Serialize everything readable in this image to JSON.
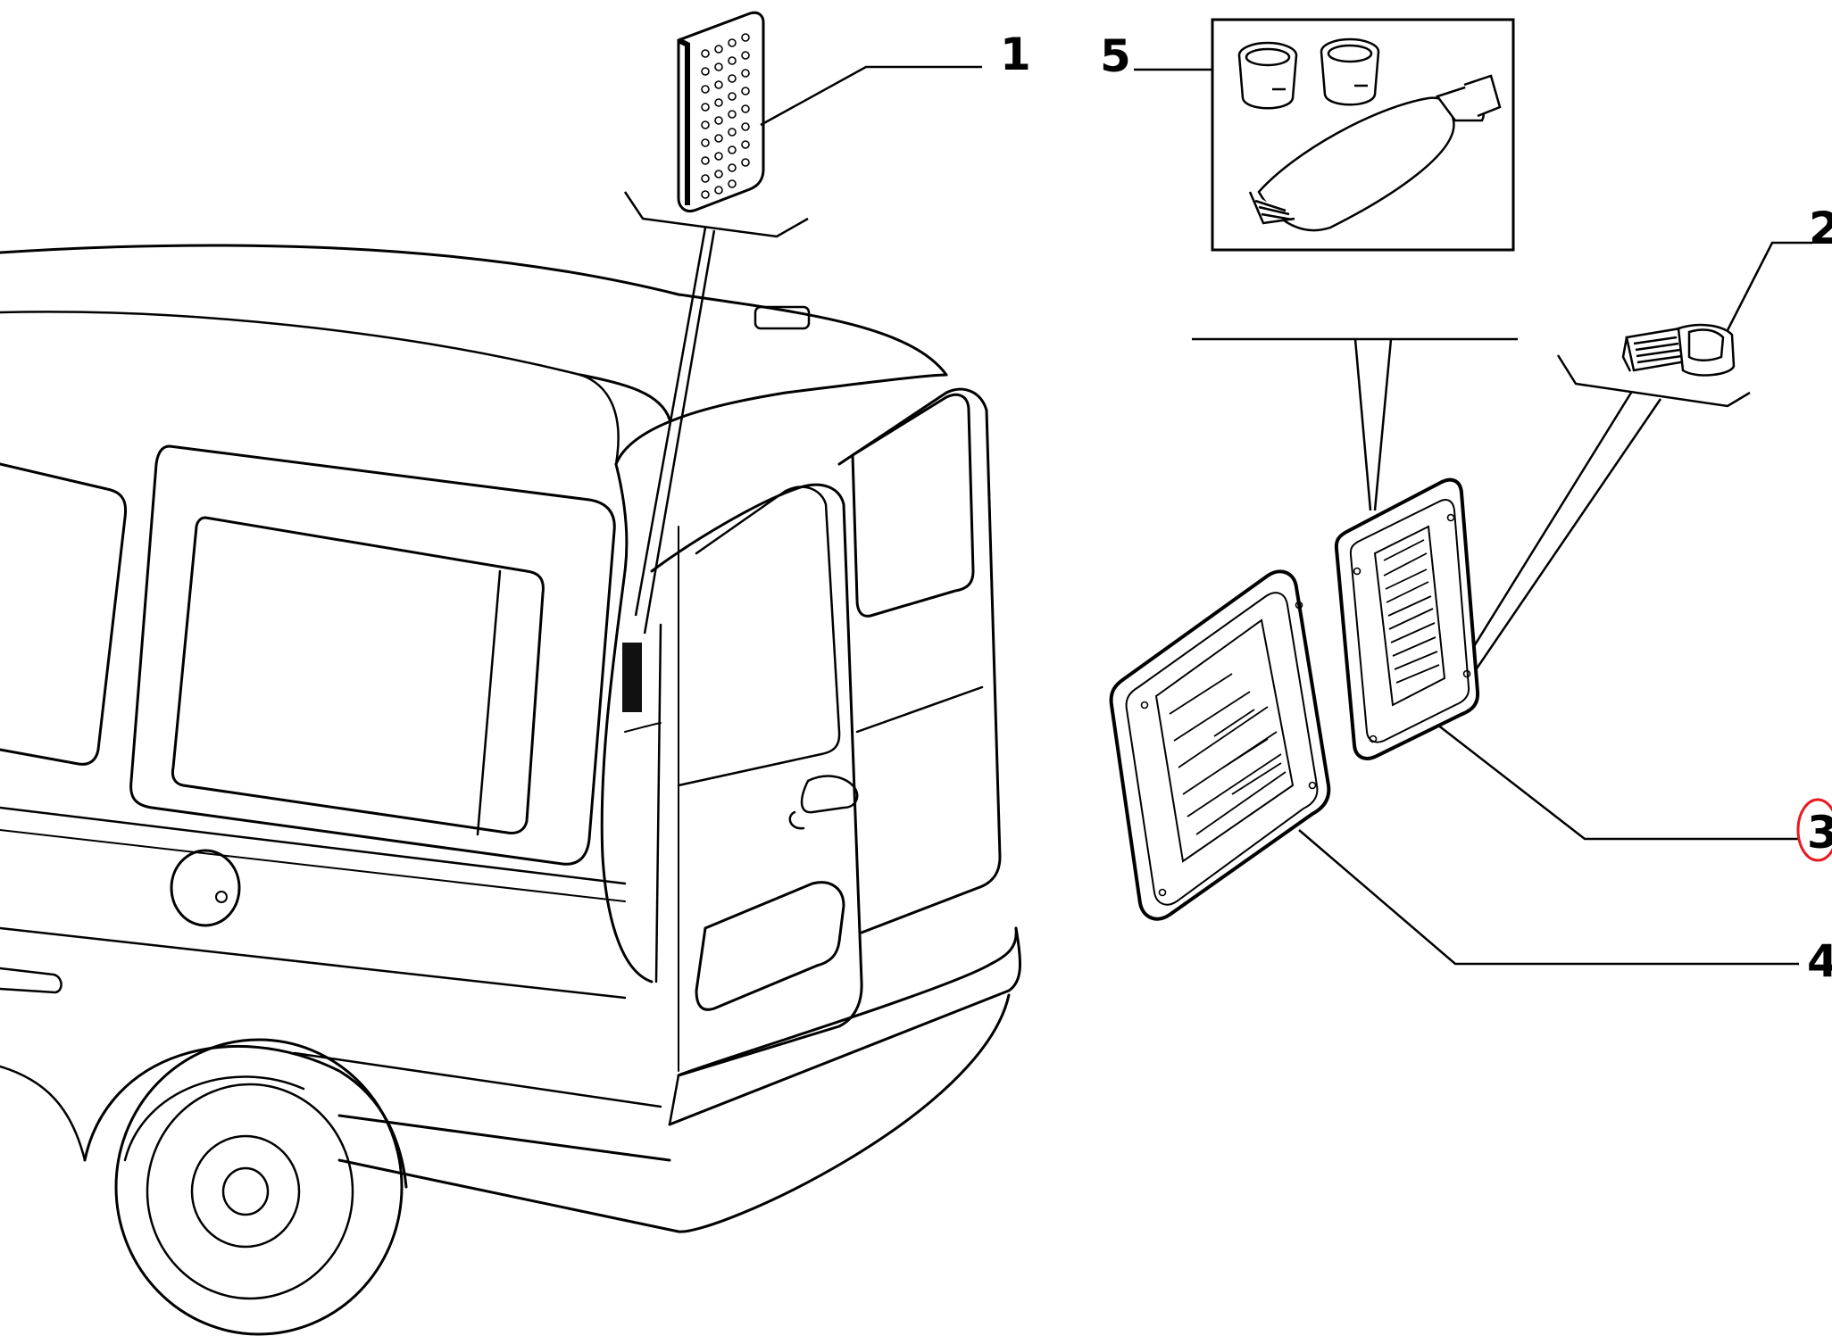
{
  "diagram": {
    "callouts": [
      {
        "id": "1",
        "label": "1"
      },
      {
        "id": "2",
        "label": "2"
      },
      {
        "id": "3",
        "label": "3",
        "highlighted": true
      },
      {
        "id": "4",
        "label": "4"
      },
      {
        "id": "5",
        "label": "5"
      }
    ],
    "highlight_color": "#e8191f",
    "line_color": "#000000",
    "parts": [
      {
        "id": "1",
        "icon": "reflector-pad-icon"
      },
      {
        "id": "2",
        "icon": "clip-fastener-icon"
      },
      {
        "id": "3",
        "icon": "small-window-panel-icon"
      },
      {
        "id": "4",
        "icon": "large-window-panel-icon"
      },
      {
        "id": "5",
        "icon": "adhesive-kit-icon"
      }
    ]
  }
}
